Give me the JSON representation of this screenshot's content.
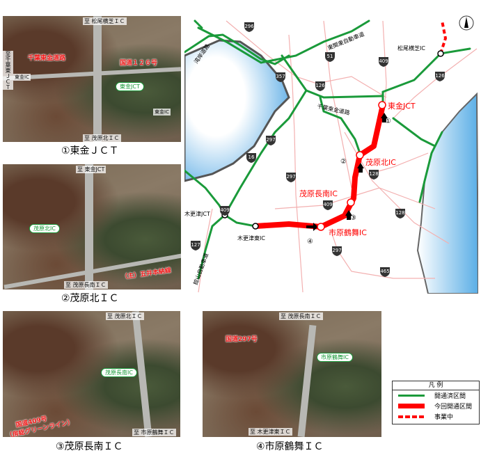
{
  "photos": [
    {
      "caption": "①東金ＪＣＴ",
      "top_dir": "至 松尾横芝ＩＣ",
      "bottom_dir": "至 茂原北ＩＣ",
      "left_dir": "至千葉東ＪＣＴ",
      "green_label": "東金JCT",
      "red_labels": [
        "千葉東金道路",
        "国道１２６号"
      ],
      "small_labels": [
        "東金IC",
        "東金IC"
      ]
    },
    {
      "caption": "②茂原北ＩＣ",
      "top_dir": "至 東金JCT",
      "bottom_dir": "至 茂原長南ＩＣ",
      "green_label": "茂原北IC",
      "red_labels": [
        "（主）五井本納線"
      ]
    },
    {
      "caption": "③茂原長南ＩＣ",
      "top_dir": "至 茂原北ＩＣ",
      "bottom_dir": "至 市原鶴舞ＩＣ",
      "green_label": "茂原長南IC",
      "red_labels": [
        "国道409号",
        "（房総グリーンライン）"
      ]
    },
    {
      "caption": "④市原鶴舞ＩＣ",
      "top_dir": "至 茂原長南ＩＣ",
      "bottom_dir": "至 木更津東ＩＣ",
      "green_label": "市原鶴舞IC",
      "red_labels": [
        "国道297号"
      ]
    }
  ],
  "map": {
    "interchanges": {
      "togane_jct": "東金JCT",
      "mobara_kita": "茂原北IC",
      "mobara_chonan": "茂原長南IC",
      "ichihara_tsurumai": "市原鶴舞IC",
      "kisarazu_higashi": "木更津東IC",
      "kisarazu_jct": "木更津JCT",
      "matsuo_yokoshiba": "松尾横芝IC"
    },
    "roads": {
      "higashikanto": "東関東自動車道",
      "wangan": "湾岸道路",
      "chiba_togane": "千葉東金道路",
      "tateyama": "館山自動車道"
    },
    "route_numbers": [
      "296",
      "51",
      "409",
      "126",
      "357",
      "126",
      "297",
      "16",
      "297",
      "128",
      "409",
      "128",
      "409",
      "127",
      "297",
      "465"
    ],
    "markers": [
      "①",
      "②",
      "③",
      "④"
    ],
    "north": "N"
  },
  "legend": {
    "title": "凡 例",
    "items": [
      {
        "label": "開通済区間",
        "color": "#1a9a3a"
      },
      {
        "label": "今回開通区間",
        "color": "#ff0000"
      },
      {
        "label": "事業中",
        "color": "#ff0000"
      }
    ]
  }
}
